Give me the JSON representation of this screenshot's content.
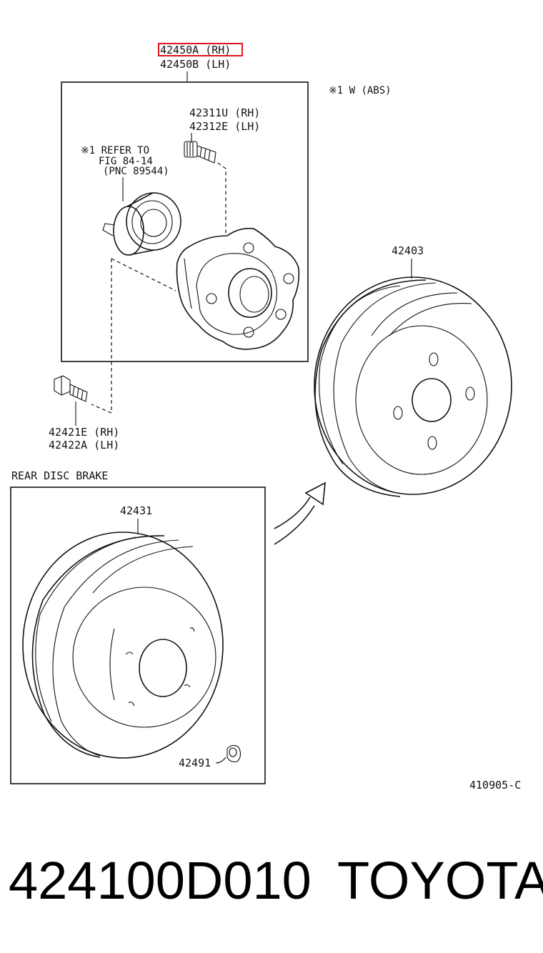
{
  "labels": {
    "hub_assy_rh": "42450A (RH)",
    "hub_assy_lh": "42450B (LH)",
    "note_abs": "※1 W (ABS)",
    "bolt_rh": "42311U (RH)",
    "bolt_lh": "42312E (LH)",
    "refer_line1": "※1 REFER TO",
    "refer_line2": "FIG 84-14",
    "refer_line3": "(PNC 89544)",
    "drum": "42403",
    "hub_bolt_rh": "42421E (RH)",
    "hub_bolt_lh": "42422A (LH)",
    "section_title": "REAR DISC BRAKE",
    "disc": "42431",
    "plug": "42491",
    "fig_code": "410905-C"
  },
  "highlight_color": "#e0141e",
  "footer": {
    "part_number": "424100D010",
    "brand": "TOYOTA"
  }
}
